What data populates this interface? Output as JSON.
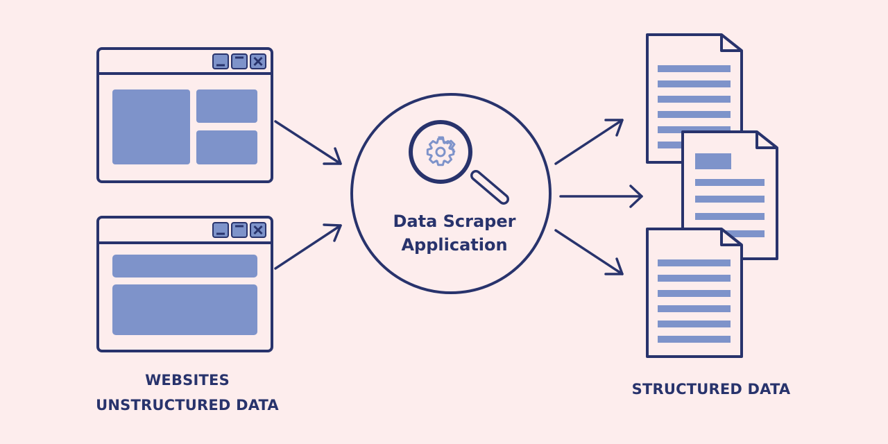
{
  "colors": {
    "background": "#FDEDED",
    "stroke": "#28336C",
    "fill": "#7E93CA",
    "window_bg": "#FDEDED",
    "doc_bg": "#FDEDED"
  },
  "left": {
    "caption_line1": "WEBSITES",
    "caption_line2": "UNSTRUCTURED DATA"
  },
  "center": {
    "line1": "Data Scraper",
    "line2": "Application"
  },
  "right": {
    "caption": "STRUCTURED DATA"
  },
  "icons": [
    "minimize-icon",
    "maximize-icon",
    "close-icon",
    "magnifier-gear-icon",
    "document-icon"
  ]
}
